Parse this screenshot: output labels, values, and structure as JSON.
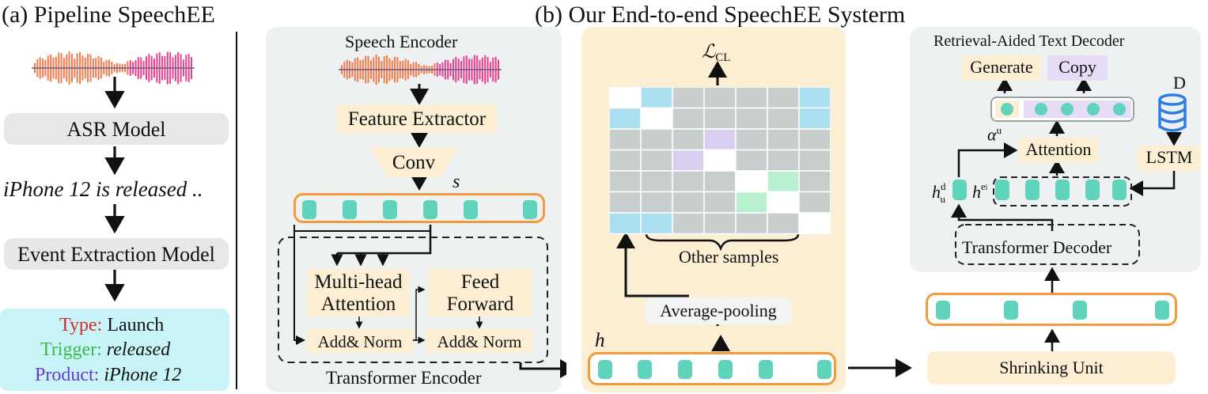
{
  "headings": {
    "pipeline": "(a) Pipeline SpeechEE",
    "end_to_end": "(b) Our End-to-end SpeechEE Systerm"
  },
  "pipeline": {
    "asr_model": "ASR Model",
    "transcript": "iPhone 12 is released ..",
    "event_model": "Event Extraction Model",
    "result": [
      {
        "key": "Type:",
        "value": "Launch",
        "key_color": "#d42a2a",
        "italic": false
      },
      {
        "key": "Trigger:",
        "value": "released",
        "key_color": "#3cb84a",
        "italic": true
      },
      {
        "key": "Product:",
        "value": "iPhone 12",
        "key_color": "#6a3ad0",
        "italic": true
      }
    ]
  },
  "speech_encoder": {
    "title": "Speech Encoder",
    "feature_extractor": "Feature Extractor",
    "conv": "Conv",
    "s_label": "s",
    "mha_line1": "Multi-head",
    "mha_line2": "Attention",
    "ff_line1": "Feed",
    "ff_line2": "Forward",
    "add_norm_1": "Add& Norm",
    "add_norm_2": "Add& Norm",
    "transformer_encoder": "Transformer Encoder"
  },
  "contrastive": {
    "loss_label": "ℒ",
    "loss_sub": "CL",
    "other_samples": "Other samples",
    "average_pooling": "Average-pooling",
    "h_label": "h"
  },
  "text_decoder": {
    "title": "Retrieval-Aided Text Decoder",
    "generate": "Generate",
    "copy": "Copy",
    "d_label": "D",
    "lstm": "LSTM",
    "attention": "Attention",
    "alpha": "α",
    "alpha_sup": "u",
    "hd": "h",
    "hd_sup": "d",
    "hd_sub": "u",
    "he": "h",
    "he_sup": "e",
    "he_subsup": "l",
    "transformer_decoder": "Transformer Decoder",
    "shrinking_unit": "Shrinking Unit"
  },
  "colors": {
    "token": "#5fd3bc",
    "orange_border": "#f39a3c",
    "cell_gray": "#c8cdcd",
    "cell_blue": "#a9dff0",
    "cell_purple": "#d8cff0",
    "cell_green": "#b8f0d0",
    "db_blue": "#2f7de1"
  },
  "similarity_matrix": [
    [
      "w",
      "b",
      "g",
      "g",
      "g",
      "g",
      "b"
    ],
    [
      "b",
      "w",
      "g",
      "g",
      "g",
      "g",
      "b"
    ],
    [
      "g",
      "g",
      "g",
      "p",
      "g",
      "g",
      "g"
    ],
    [
      "g",
      "g",
      "p",
      "w",
      "g",
      "g",
      "g"
    ],
    [
      "g",
      "g",
      "g",
      "g",
      "w",
      "n",
      "g"
    ],
    [
      "g",
      "g",
      "g",
      "g",
      "n",
      "w",
      "g"
    ],
    [
      "b",
      "b",
      "g",
      "g",
      "g",
      "g",
      "w"
    ]
  ]
}
